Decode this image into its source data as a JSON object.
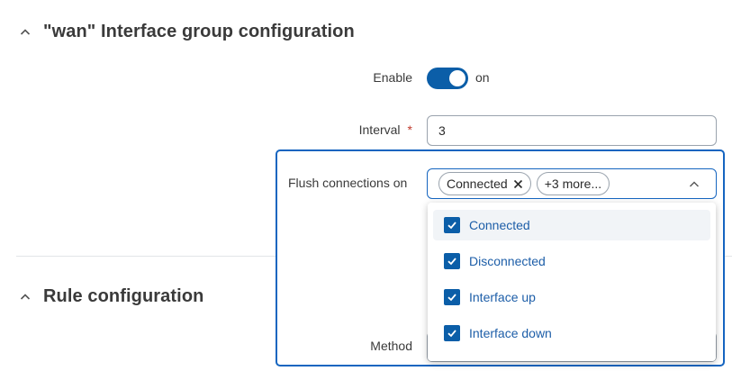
{
  "sections": {
    "wan": {
      "title": "\"wan\" Interface group configuration",
      "enable_label": "Enable",
      "enable_state": "on",
      "interval_label": "Interval",
      "required_mark": "*",
      "interval_value": "3",
      "flush_label": "Flush connections on",
      "flush_chip": "Connected",
      "flush_more": "+3 more...",
      "options": [
        {
          "label": "Connected",
          "checked": true
        },
        {
          "label": "Disconnected",
          "checked": true
        },
        {
          "label": "Interface up",
          "checked": true
        },
        {
          "label": "Interface down",
          "checked": true
        }
      ]
    },
    "rule": {
      "title": "Rule configuration",
      "method_label": "Method"
    }
  },
  "icons": [
    "chevron-up-icon",
    "close-icon",
    "check-icon"
  ],
  "colors": {
    "accent": "#0b5ea8",
    "focus": "#1565c0",
    "option_text": "#1d5ea8"
  }
}
